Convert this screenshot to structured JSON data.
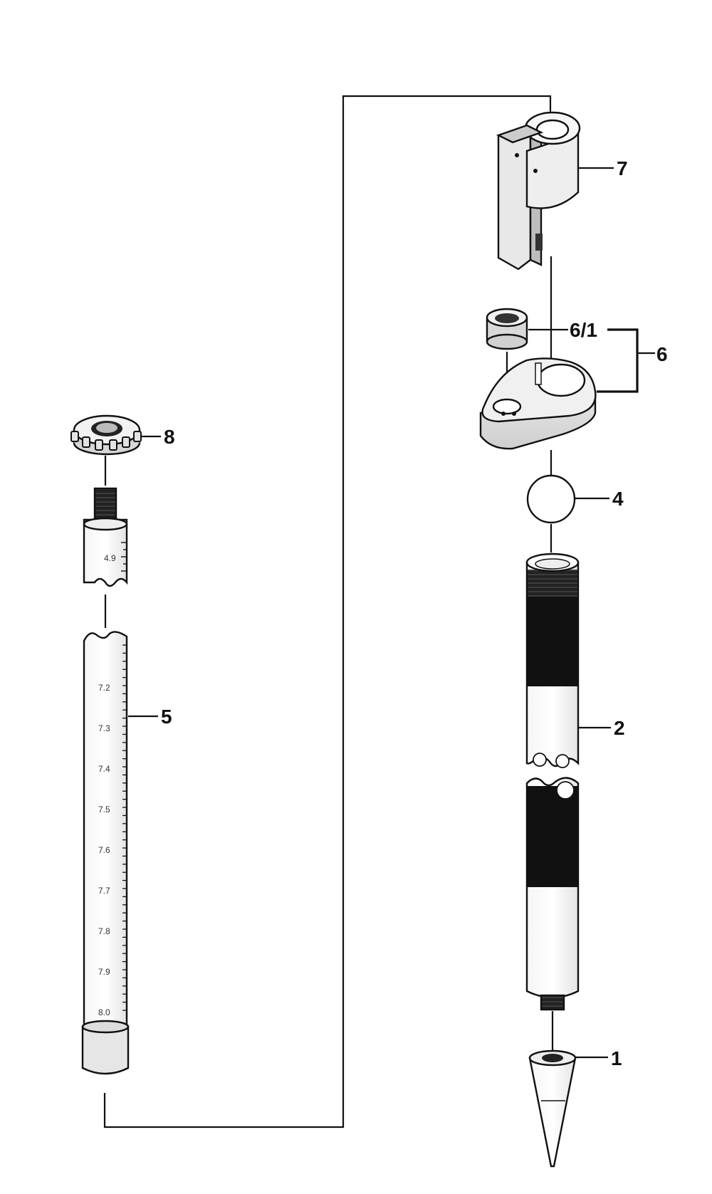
{
  "diagram": {
    "callouts": {
      "p1": "1",
      "p2": "2",
      "p4": "4",
      "p5": "5",
      "p6": "6",
      "p6_1": "6/1",
      "p7": "7",
      "p8": "8"
    },
    "scale_labels": {
      "upper": [
        "4.9"
      ],
      "lower": [
        "7.2",
        "7.3",
        "7.4",
        "7.5",
        "7.6",
        "7.7",
        "7.8",
        "7.9",
        "8.0"
      ]
    }
  }
}
